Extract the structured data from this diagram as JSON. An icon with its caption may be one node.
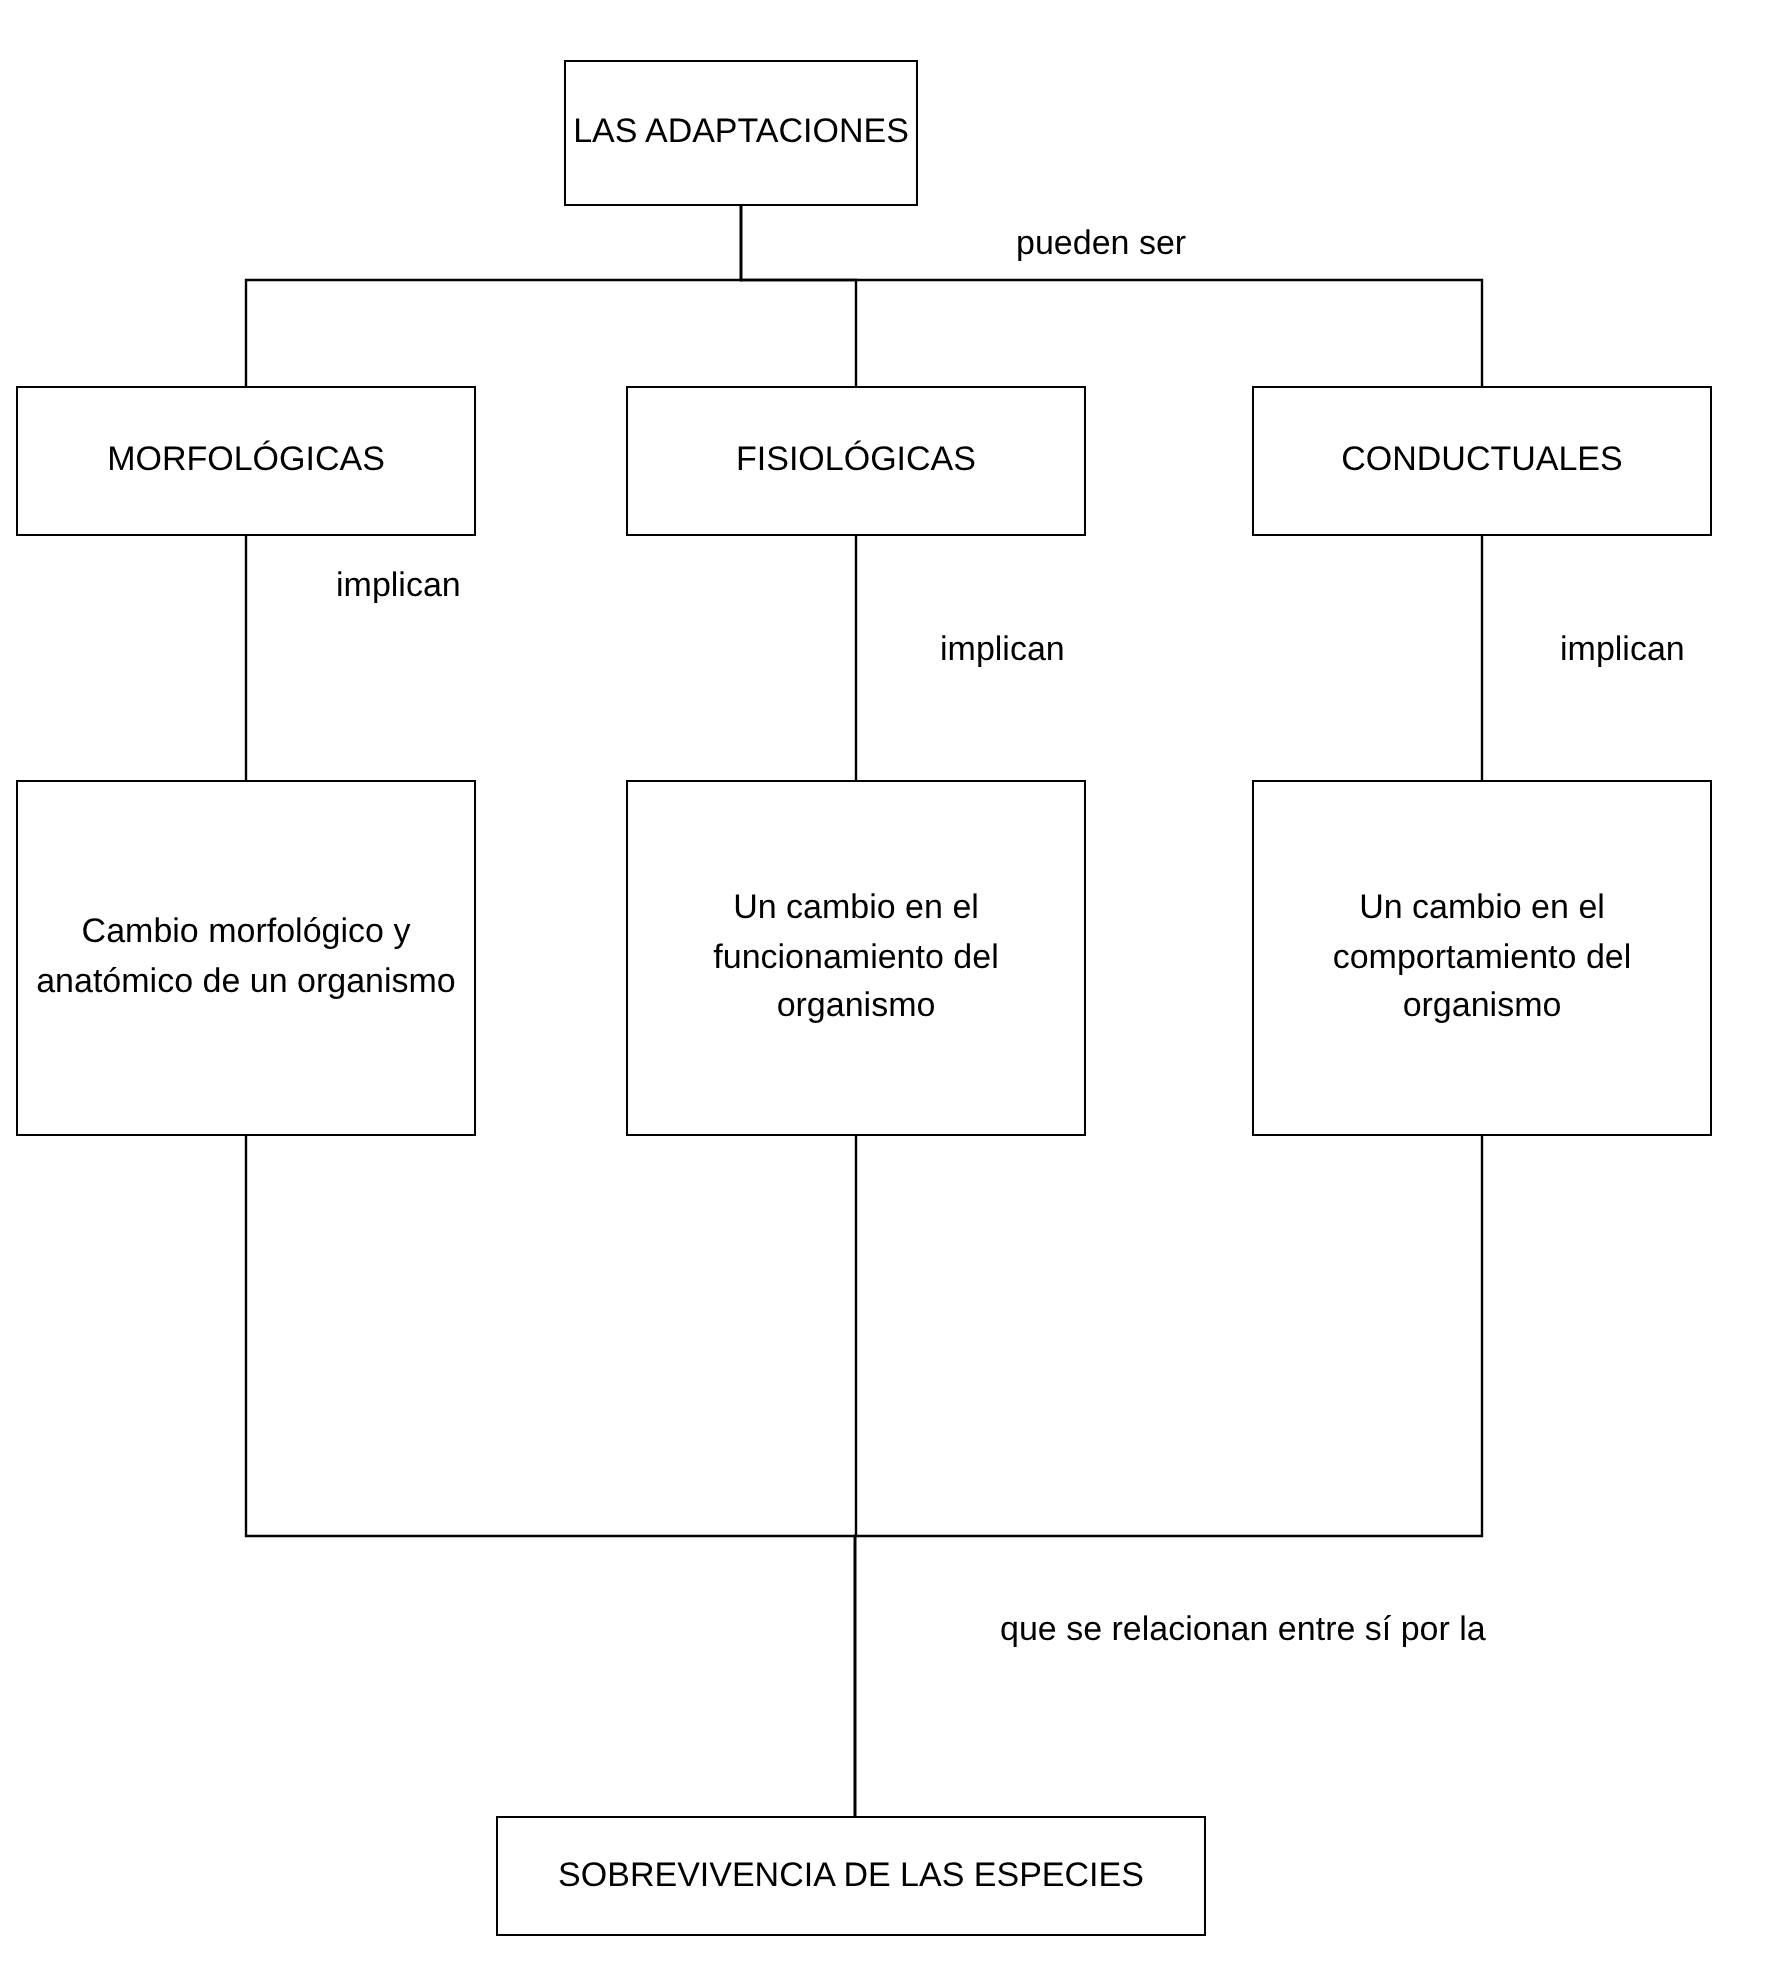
{
  "diagram": {
    "nodes": [
      {
        "text": [
          "LAS ADAPTACIONES"
        ]
      },
      {
        "text": [
          "MORFOLÓGICAS"
        ]
      },
      {
        "text": [
          "FISIOLÓGICAS"
        ]
      },
      {
        "text": [
          "CONDUCTUALES"
        ]
      },
      {
        "text": [
          "Cambio morfológico y anatómico de un organismo"
        ]
      },
      {
        "text": [
          "Un cambio en el funcionamiento del organismo"
        ]
      },
      {
        "text": [
          "Un cambio en el comportamiento del organismo"
        ]
      },
      {
        "text": [
          "SOBREVIVENCIA DE LAS ESPECIES"
        ]
      }
    ],
    "edges": [
      {
        "from": 0,
        "to": 1,
        "arrow": "none"
      },
      {
        "from": 0,
        "to": 2,
        "arrow": "none"
      },
      {
        "from": 0,
        "to": 3,
        "arrow": "none",
        "label": "pueden ser"
      },
      {
        "from": 1,
        "to": 4,
        "arrow": "none",
        "label": "implican"
      },
      {
        "from": 2,
        "to": 5,
        "arrow": "none",
        "label": "implican"
      },
      {
        "from": 3,
        "to": 6,
        "arrow": "none",
        "label": "implican"
      },
      {
        "from": 4,
        "to": 7,
        "arrow": "none"
      },
      {
        "from": 5,
        "to": 7,
        "arrow": "none",
        "label": "que se relacionan entre sí por la"
      },
      {
        "from": 6,
        "to": 7,
        "arrow": "none"
      }
    ]
  }
}
